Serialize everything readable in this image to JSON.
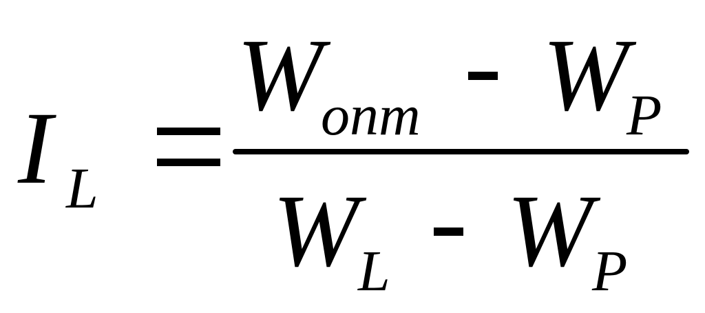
{
  "equation": {
    "lhs": {
      "main": "I",
      "sub": "L"
    },
    "operator_equals": "=",
    "numerator": {
      "term1_main": "W",
      "term1_sub": "onm",
      "minus": "-",
      "term2_main": "W",
      "term2_sub": "P"
    },
    "denominator": {
      "term1_main": "W",
      "term1_sub": "L",
      "minus": "-",
      "term2_main": "W",
      "term2_sub": "P"
    }
  }
}
